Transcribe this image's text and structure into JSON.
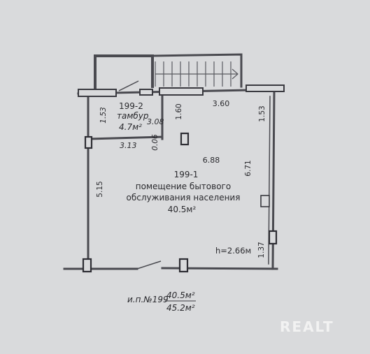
{
  "rooms": [
    {
      "number": "199-2",
      "name": "тамбур",
      "area": "4.7м²"
    },
    {
      "number": "199-1",
      "name_line1": "помещение бытового",
      "name_line2": "обслуживания населения",
      "area": "40.5м²"
    }
  ],
  "dimensions": {
    "d153_left": "1.53",
    "d308": "3.08",
    "d160": "1.60",
    "d360": "3.60",
    "d153_right": "1.53",
    "d313": "3.13",
    "d006": "0.06",
    "d688": "6.88",
    "d671": "6.71",
    "d515": "5.15",
    "d137": "1.37"
  },
  "ceiling_height": "h=2.66м",
  "summary": {
    "label": "и.п.№199",
    "area_top": "40.5м²",
    "area_bottom": "45.2м²"
  },
  "watermark": "REALT"
}
